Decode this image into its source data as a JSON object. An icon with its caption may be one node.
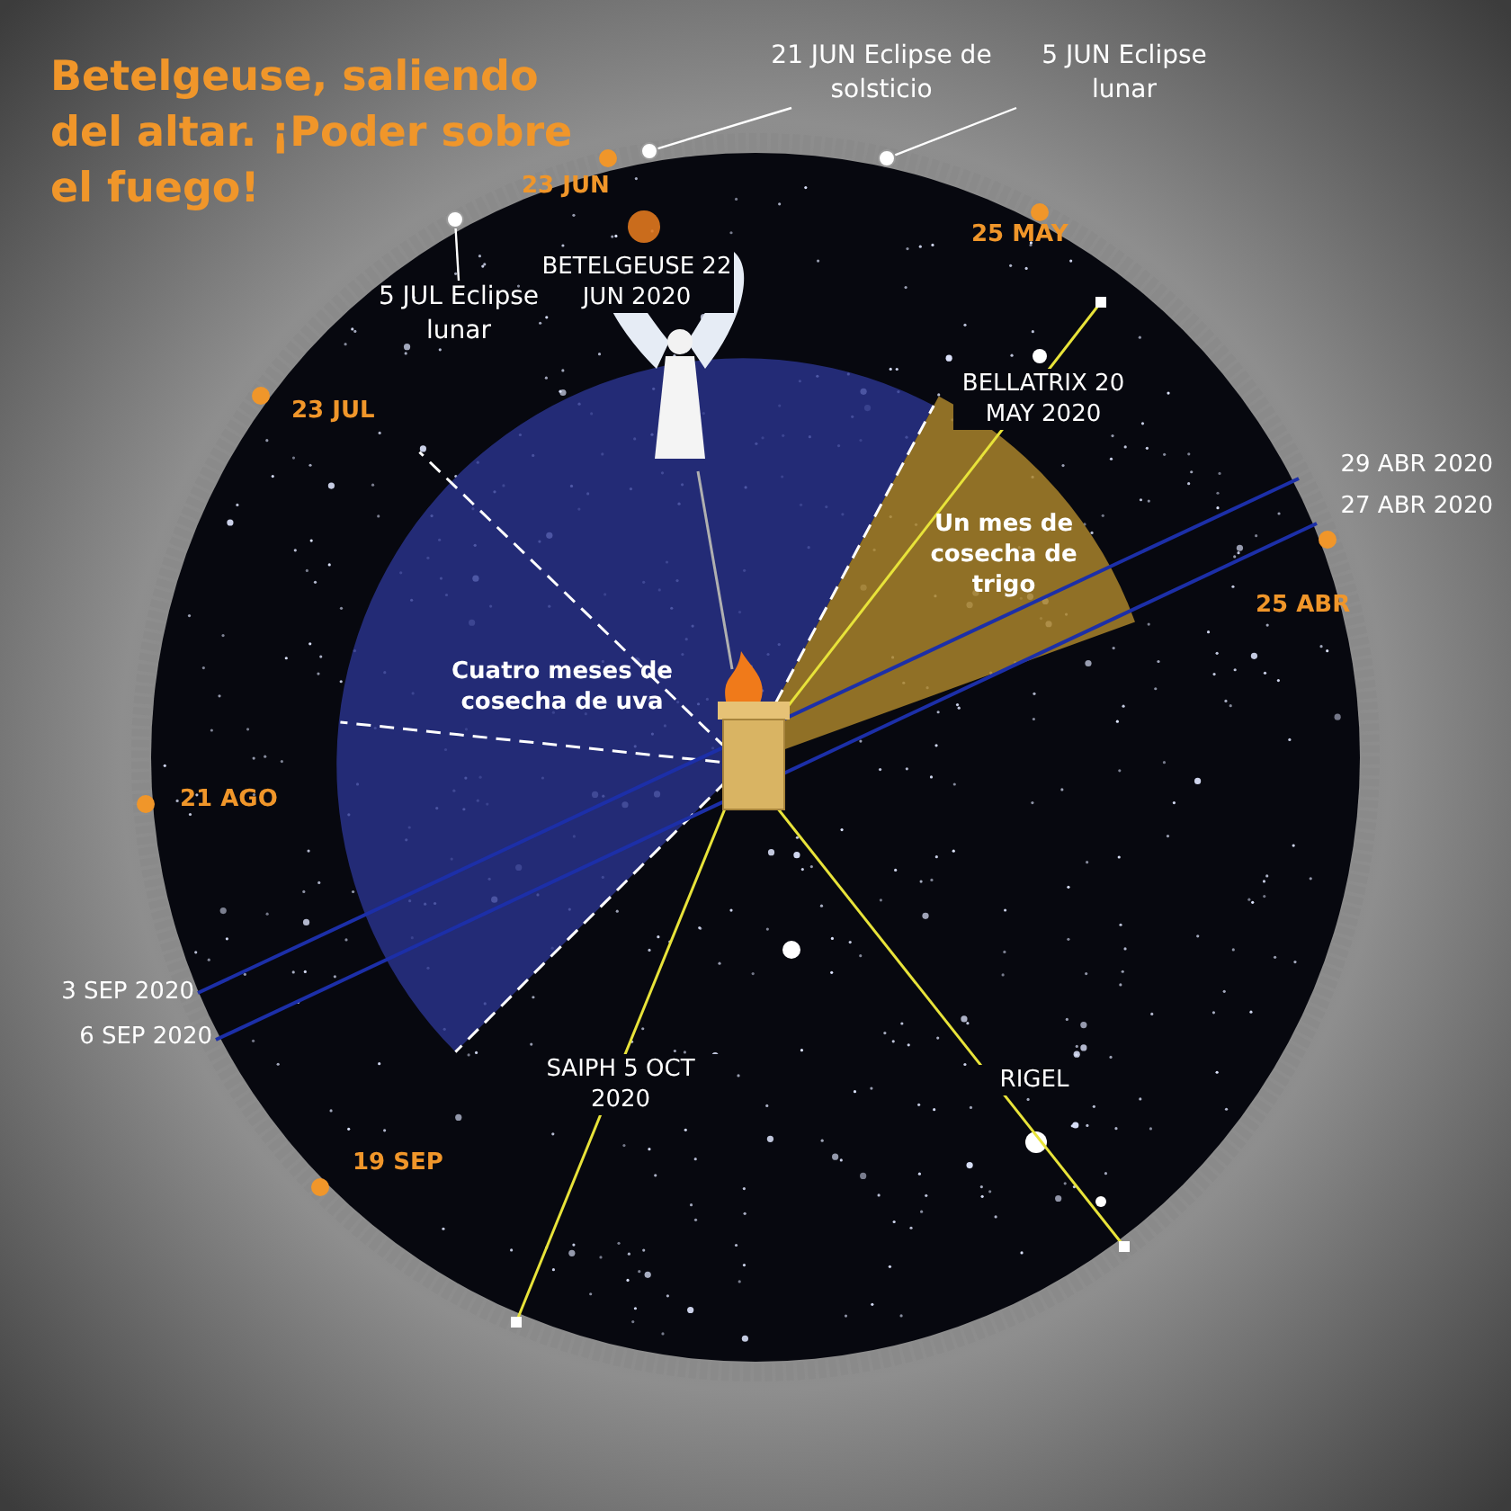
{
  "diagram": {
    "title": "Betelgeuse, saliendo del altar. ¡Poder sobre el fuego!",
    "nodes": [
      {
        "text": [
          "21 JUN Eclipse de solsticio"
        ]
      },
      {
        "text": [
          "5 JUN Eclipse lunar"
        ]
      },
      {
        "text": [
          "5 JUL Eclipse lunar"
        ]
      },
      {
        "text": [],
        "shape": "circle"
      },
      {
        "text": [],
        "shape": "circle"
      },
      {
        "text": [],
        "shape": "circle"
      }
    ],
    "edges": [
      {
        "from": 0,
        "to": 4,
        "arrow": "none"
      },
      {
        "from": 1,
        "to": 5,
        "arrow": "none"
      },
      {
        "from": 2,
        "to": 3,
        "arrow": "none"
      }
    ],
    "labels": [
      "23 JUN",
      "25 MAY",
      "BETELGEUSE 22 JUN 2020",
      "23 JUL",
      "BELLATRIX 20 MAY 2020",
      "29 ABR 2020",
      "27 ABR 2020",
      "Un mes de cosecha de trigo",
      "25 ABR",
      "Cuatro meses de cosecha de uva",
      "21 AGO",
      "3 SEP 2020",
      "6 SEP 2020",
      "SAIPH 5 OCT 2020",
      "RIGEL",
      "19 SEP"
    ]
  }
}
